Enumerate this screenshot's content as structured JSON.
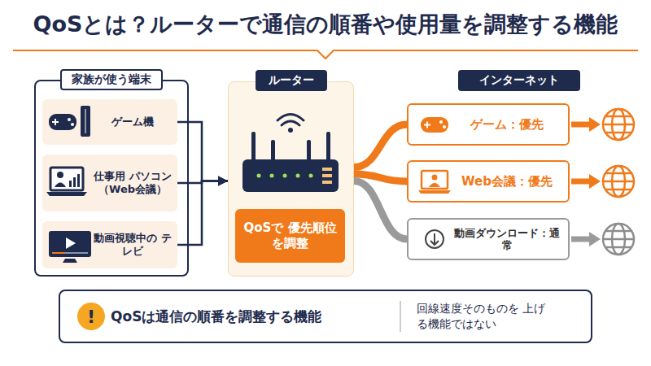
{
  "diagram": {
    "title": "QoSとは？ルーターで通信の順番や使用量を調整する機能",
    "nodes": [
      {
        "text": [
          "家族が使う端末"
        ]
      },
      {
        "text": [
          "ゲーム機"
        ],
        "in": 0
      },
      {
        "text": [
          "仕事用 パソコン （Web会議）"
        ],
        "in": 0
      },
      {
        "text": [
          "動画視聴中の テレビ"
        ],
        "in": 0
      },
      {
        "text": [
          "ルーター"
        ]
      },
      {
        "text": [
          "QoSで 優先順位を調整"
        ],
        "in": 4
      },
      {
        "text": [
          "ゲーム：優先"
        ]
      },
      {
        "text": [
          "Web会議：優先"
        ]
      },
      {
        "text": [
          "動画ダウンロード：通常"
        ]
      },
      {
        "text": [
          "QoSは通信の順番を調整する機能",
          "回線速度そのものを 上げる機能ではない"
        ]
      }
    ],
    "edges": [
      {
        "from": 1,
        "to": 4,
        "arrow": "to"
      },
      {
        "from": 2,
        "to": 4,
        "arrow": "to"
      },
      {
        "from": 3,
        "to": 4,
        "arrow": "to"
      },
      {
        "from": 4,
        "to": 6,
        "arrow": "none"
      },
      {
        "from": 4,
        "to": 7,
        "arrow": "none"
      },
      {
        "from": 4,
        "to": 8,
        "arrow": "none"
      }
    ],
    "labels": [
      "インターネット",
      "!"
    ]
  }
}
